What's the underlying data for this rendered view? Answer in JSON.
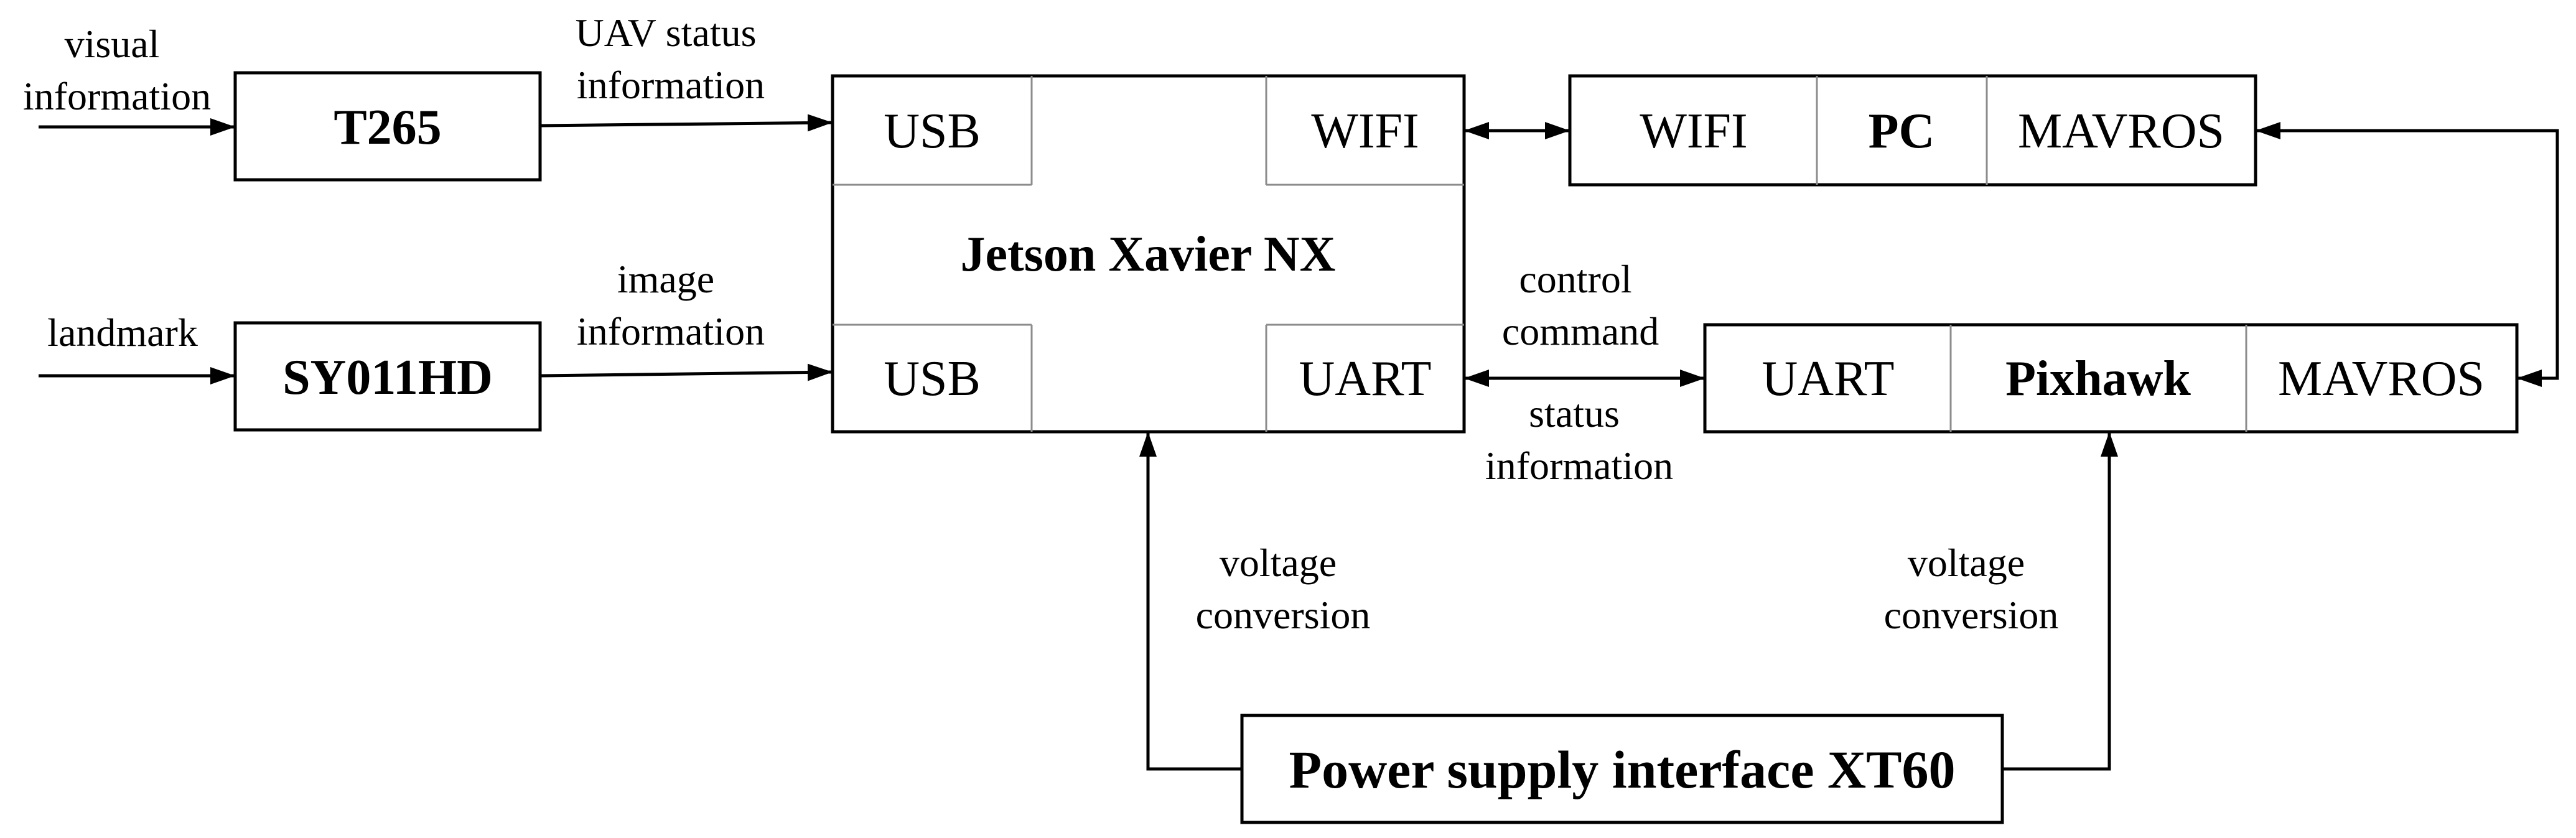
{
  "blocks": {
    "t265": "T265",
    "sy011hd": "SY011HD",
    "jetson": {
      "title": "Jetson Xavier NX",
      "top_left": "USB",
      "top_right": "WIFI",
      "bottom_left": "USB",
      "bottom_right": "UART"
    },
    "pc": {
      "left": "WIFI",
      "center": "PC",
      "right": "MAVROS"
    },
    "pixhawk": {
      "left": "UART",
      "center": "Pixhawk",
      "right": "MAVROS"
    },
    "power": "Power supply interface XT60"
  },
  "labels": {
    "visual_information": [
      "visual",
      "information"
    ],
    "uav_status_information": [
      "UAV status",
      "information"
    ],
    "landmark": "landmark",
    "image_information": [
      "image",
      "information"
    ],
    "control_command": [
      "control",
      "command"
    ],
    "status_information": [
      "status",
      "information"
    ],
    "voltage_conversion_left": [
      "voltage",
      "conversion"
    ],
    "voltage_conversion_right": [
      "voltage",
      "conversion"
    ]
  }
}
